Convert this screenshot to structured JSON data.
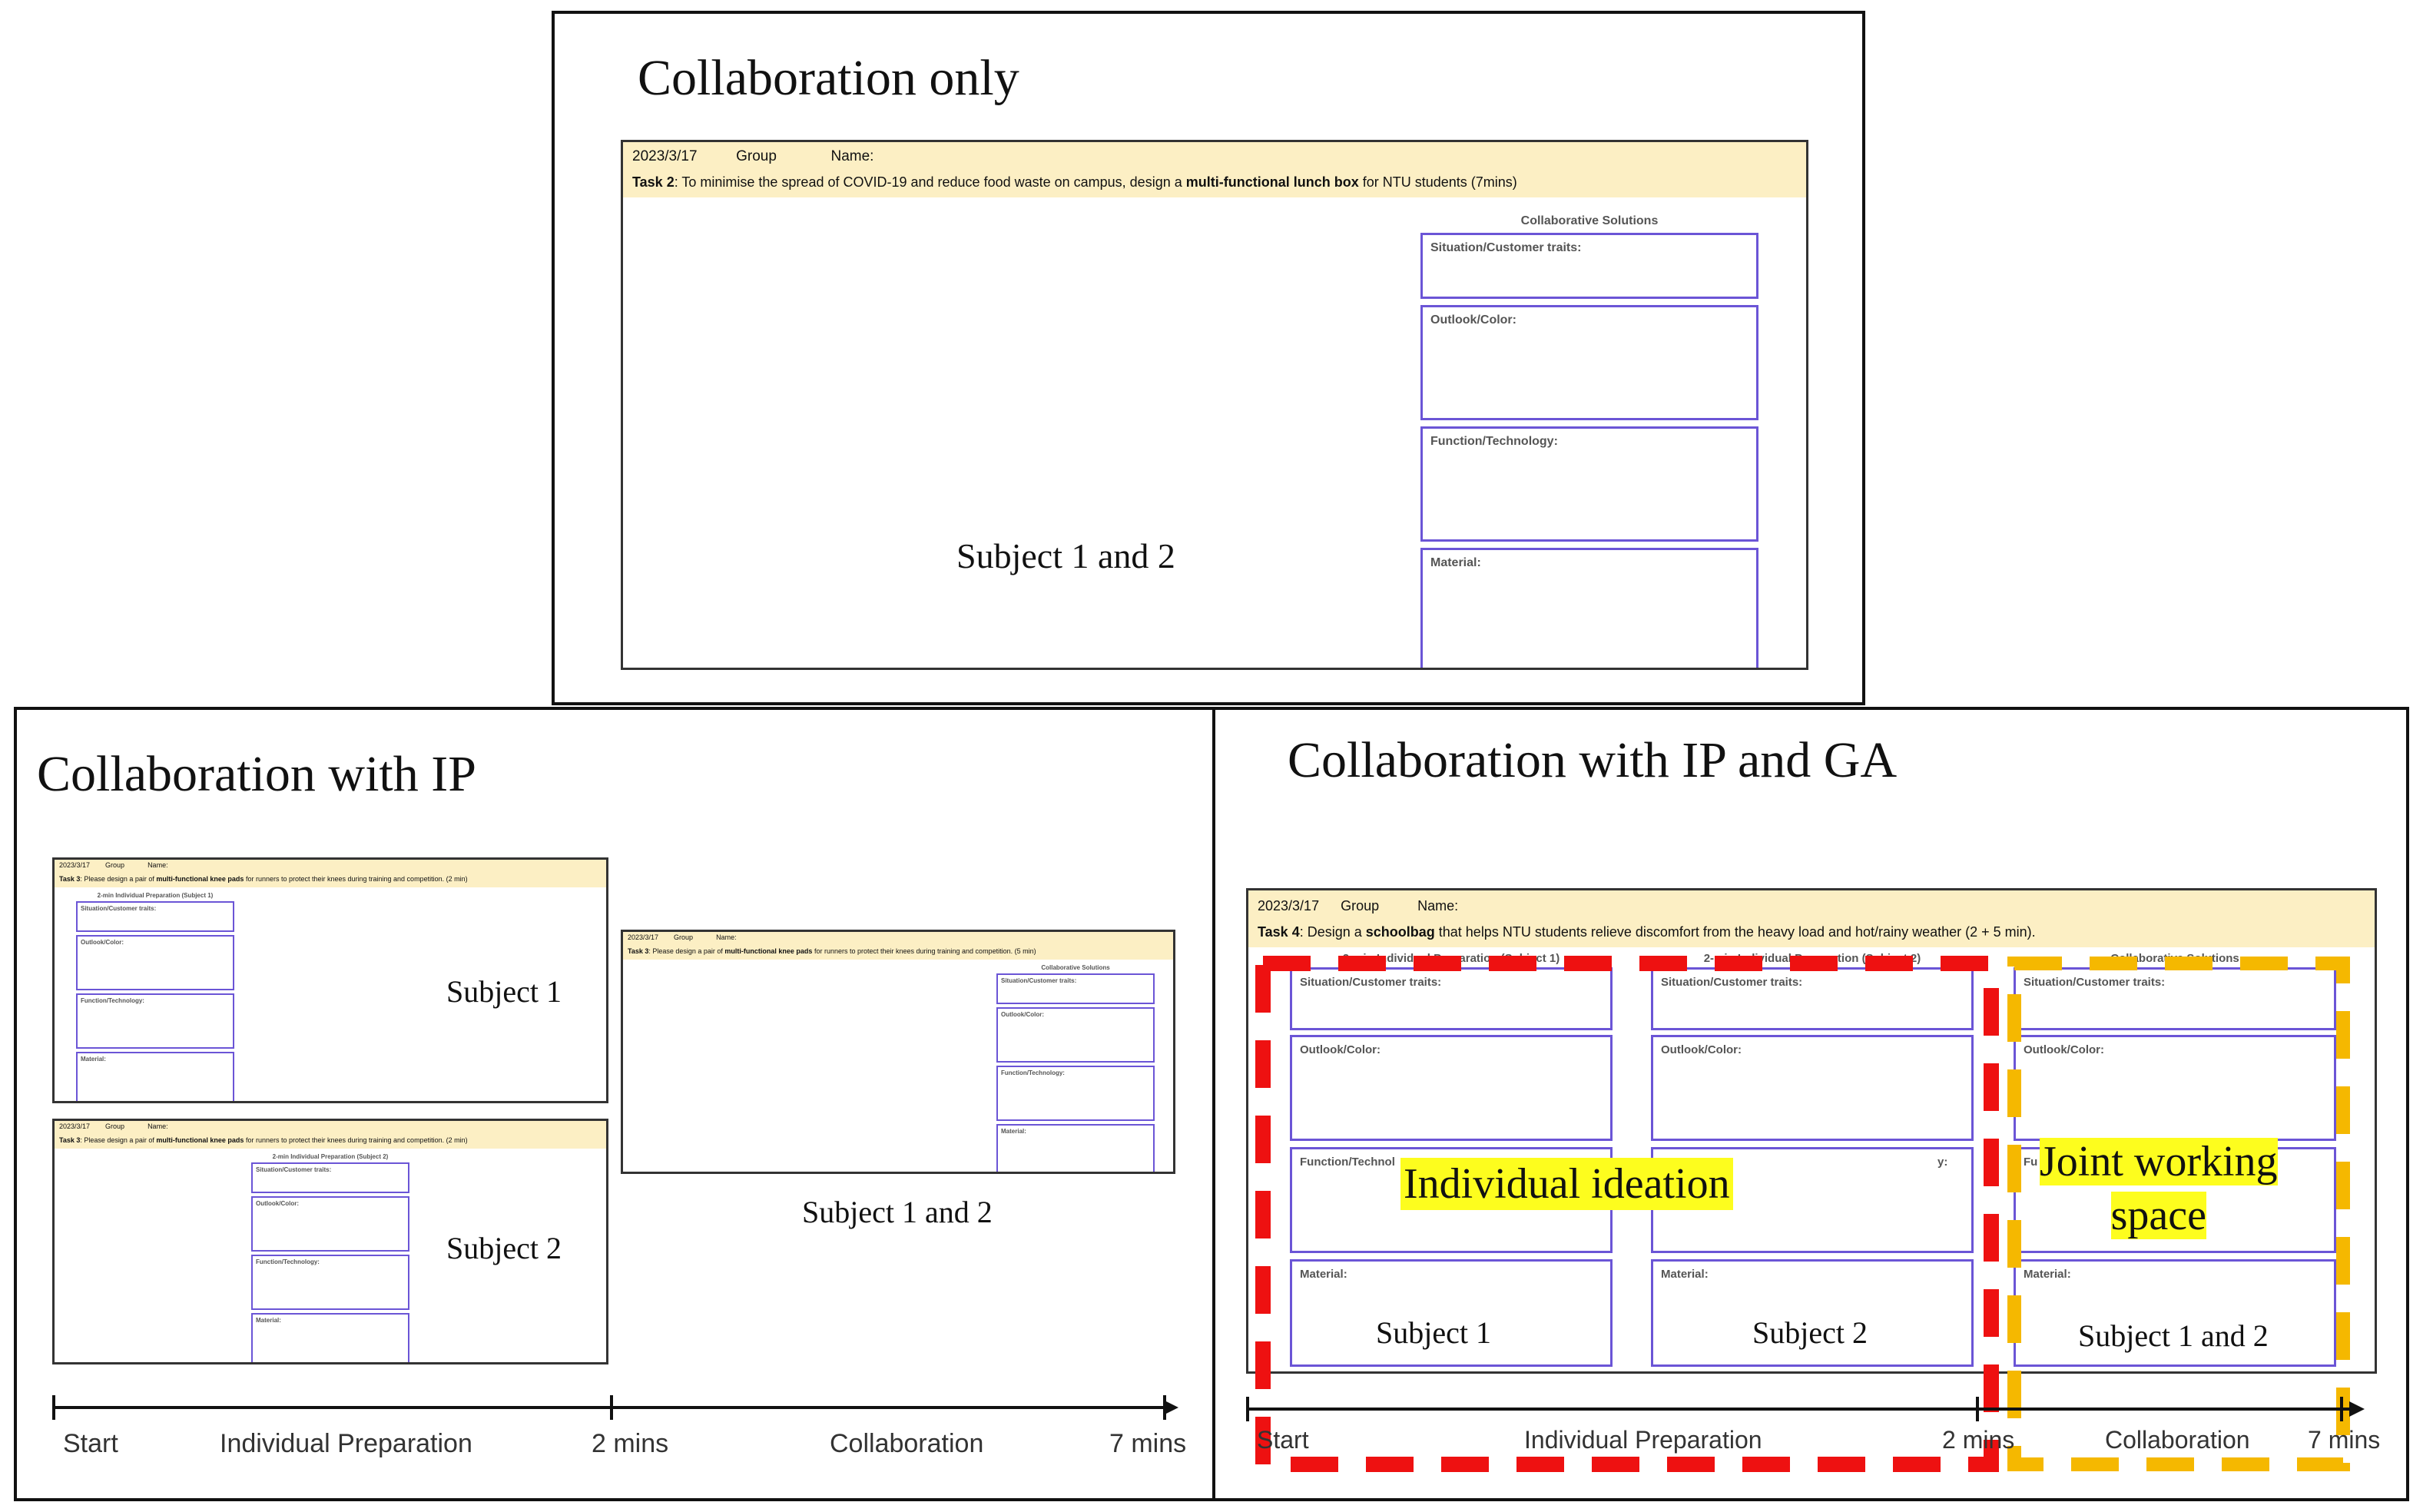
{
  "panels": {
    "top": {
      "title": "Collaboration only"
    },
    "left": {
      "title": "Collaboration with IP"
    },
    "right": {
      "title": "Collaboration with IP and GA"
    }
  },
  "common": {
    "date": "2023/3/17",
    "group": "Group",
    "name": "Name:",
    "labels": [
      "Situation/Customer traits:",
      "Outlook/Color:",
      "Function/Technology:",
      "Material:"
    ],
    "collab_title": "Collaborative Solutions"
  },
  "top_sheet": {
    "task_num": "Task 2",
    "task_pre": ": To minimise the spread of COVID-19 and reduce food waste on campus, design a ",
    "task_bold": "multi-functional lunch box",
    "task_post": " for NTU students (7mins)",
    "subject": "Subject 1 and 2"
  },
  "ip_sheets": {
    "task_num": "Task 3",
    "task_pre": ": Please design a pair of ",
    "task_bold": "multi-functional knee pads",
    "task_post": " for runners to protect their knees during training and competition. (2 min)",
    "task_post_collab": " for runners to protect their knees during training and competition. (5 min)",
    "prep1_title": "2-min Individual Preparation (Subject 1)",
    "prep2_title": "2-min Individual Preparation (Subject 2)",
    "subject1": "Subject 1",
    "subject2": "Subject 2",
    "subject12": "Subject 1 and 2"
  },
  "ga_sheet": {
    "task_num": "Task 4",
    "task_pre": ": Design a ",
    "task_bold": "schoolbag",
    "task_post": " that helps NTU students relieve discomfort from the heavy load and hot/rainy weather (2 + 5 min).",
    "col1_title": "2-min Individual Preparation (Subject 1)",
    "col2_title": "2-min Individual Preparation (Subject 2)",
    "col3_title": "Collaborative Solutions",
    "function_short": "Function/Technol",
    "function_frag": "y:",
    "function_frag3": "Fu",
    "subject1": "Subject 1",
    "subject2": "Subject 2",
    "subject12": "Subject 1 and 2",
    "highlight1": "Individual ideation",
    "highlight2_line1": "Joint working",
    "highlight2_line2": "space"
  },
  "timeline_left": {
    "start": "Start",
    "phase1": "Individual Preparation",
    "mid": "2 mins",
    "phase2": "Collaboration",
    "end": "7 mins"
  },
  "timeline_right": {
    "start": "Start",
    "phase1": "Individual Preparation",
    "mid": "2 mins",
    "phase2": "Collaboration",
    "end": "7 mins"
  },
  "colors": {
    "header_bg": "#fcefc4",
    "box_border": "#6b55d6",
    "individual_dash": "#ee1111",
    "joint_dash": "#f5b800",
    "highlight": "#fdfd1e"
  }
}
